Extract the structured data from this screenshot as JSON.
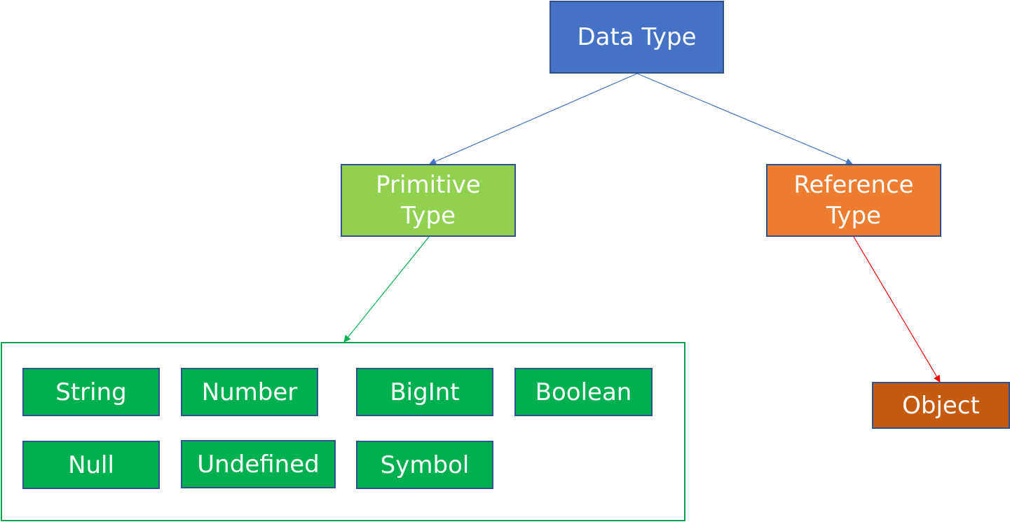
{
  "nodes": {
    "root": {
      "label": "Data Type",
      "color": "#4472c4"
    },
    "primitive": {
      "label": "Primitive\nType",
      "color": "#92d050"
    },
    "reference": {
      "label": "Reference\nType",
      "color": "#ed7d31"
    },
    "object": {
      "label": "Object",
      "color": "#c55a11"
    }
  },
  "primitive_types": {
    "color": "#00b050",
    "border_color": "#00a650",
    "items": [
      "String",
      "Number",
      "BigInt",
      "Boolean",
      "Null",
      "Undefined",
      "Symbol"
    ]
  },
  "edges": [
    {
      "from": "Data Type",
      "to": "Primitive Type",
      "color": "#4472c4"
    },
    {
      "from": "Data Type",
      "to": "Reference Type",
      "color": "#4472c4"
    },
    {
      "from": "Primitive Type",
      "to": "primitive_types",
      "color": "#00b050"
    },
    {
      "from": "Reference Type",
      "to": "Object",
      "color": "#ff0000"
    }
  ]
}
